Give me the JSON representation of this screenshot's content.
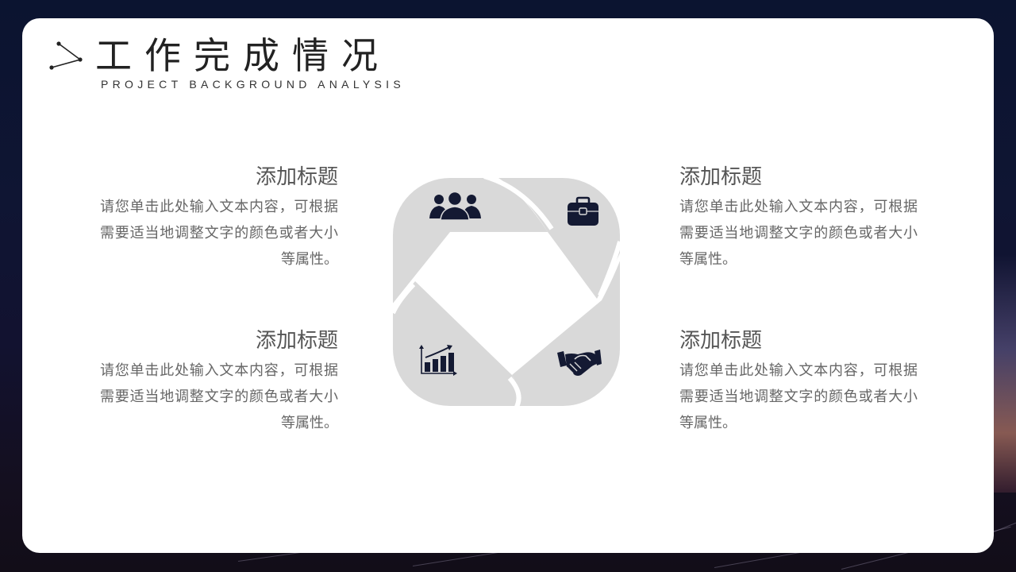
{
  "slide": {
    "title": "工作完成情况",
    "subtitle": "PROJECT BACKGROUND ANALYSIS",
    "title_decoration_icon": "connected-dots-chevron-icon"
  },
  "colors": {
    "card": "#ffffff",
    "blade": "#d9d9d9",
    "icon": "#141a33",
    "heading": "#555555",
    "body": "#666666",
    "title": "#222222"
  },
  "blocks": [
    {
      "position": "top-left",
      "heading": "添加标题",
      "body": "请您单击此处输入文本内容，可根据需要适当地调整文字的颜色或者大小等属性。"
    },
    {
      "position": "top-right",
      "heading": "添加标题",
      "body": "请您单击此处输入文本内容，可根据需要适当地调整文字的颜色或者大小等属性。"
    },
    {
      "position": "bottom-left",
      "heading": "添加标题",
      "body": "请您单击此处输入文本内容，可根据需要适当地调整文字的颜色或者大小等属性。"
    },
    {
      "position": "bottom-right",
      "heading": "添加标题",
      "body": "请您单击此处输入文本内容，可根据需要适当地调整文字的颜色或者大小等属性。"
    }
  ],
  "pinwheel": {
    "segments": [
      {
        "position": "top",
        "icon": "people-group-icon"
      },
      {
        "position": "right",
        "icon": "briefcase-icon"
      },
      {
        "position": "left",
        "icon": "bar-chart-growth-icon"
      },
      {
        "position": "bottom",
        "icon": "handshake-icon"
      }
    ]
  }
}
